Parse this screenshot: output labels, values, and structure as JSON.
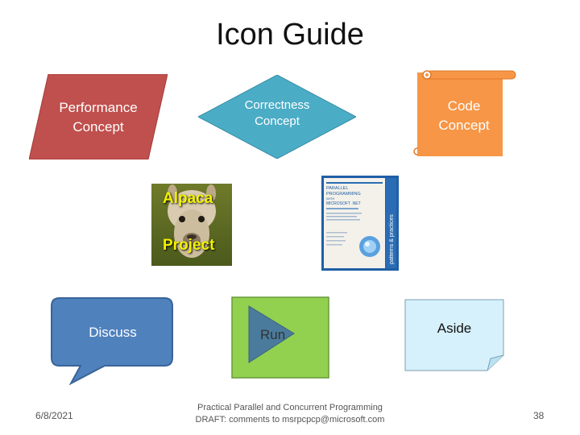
{
  "slide": {
    "title": "Icon Guide"
  },
  "icons": {
    "performance": {
      "label": "Performance\nConcept",
      "color": "#c0504d"
    },
    "correctness": {
      "label": "Correctness\nConcept",
      "color": "#4bacc6"
    },
    "code": {
      "label": "Code\nConcept",
      "color": "#f79646"
    },
    "alpaca": {
      "label_top": "Alpaca",
      "label_bottom": "Project",
      "text_color": "#f2f200"
    },
    "book": {
      "title_lines": [
        "PARALLEL",
        "PROGRAMMING",
        "WITH",
        "MICROSOFT .NET"
      ],
      "spine": "patterns & practices"
    },
    "discuss": {
      "label": "Discuss",
      "color": "#4f81bd"
    },
    "run": {
      "label": "Run",
      "color": "#92d050",
      "arrow_color": "#4a7b9d"
    },
    "aside": {
      "label": "Aside",
      "color": "#d6f1fb"
    }
  },
  "footer": {
    "date": "6/8/2021",
    "center": "Practical Parallel and Concurrent Programming\nDRAFT: comments to msrpcpcp@microsoft.com",
    "page": "38"
  }
}
